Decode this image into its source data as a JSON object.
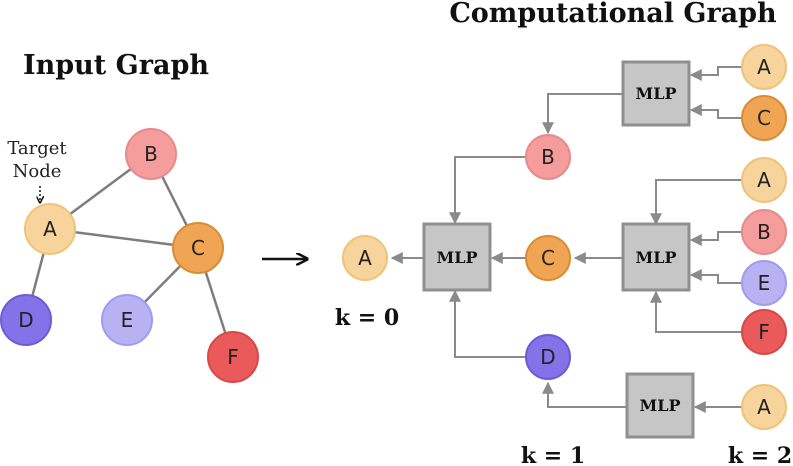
{
  "titles": {
    "input_graph": "Input Graph",
    "computational_graph": "Computational Graph"
  },
  "annotation": {
    "line1": "Target",
    "line2": "Node"
  },
  "nodes": {
    "A": "A",
    "B": "B",
    "C": "C",
    "D": "D",
    "E": "E",
    "F": "F"
  },
  "mlp_label": "MLP",
  "k_labels": {
    "k0": "k = 0",
    "k1": "k = 1",
    "k2": "k = 2"
  },
  "colors": {
    "A": {
      "fill": "#f6d49b",
      "stroke": "#f0c27a"
    },
    "B": {
      "fill": "#f59c9c",
      "stroke": "#e88a8a"
    },
    "C": {
      "fill": "#f0a555",
      "stroke": "#d98b35"
    },
    "D": {
      "fill": "#8372e8",
      "stroke": "#6e5ad6"
    },
    "E": {
      "fill": "#b8b2f3",
      "stroke": "#a19af0"
    },
    "F": {
      "fill": "#eb5a5a",
      "stroke": "#d94848"
    }
  }
}
